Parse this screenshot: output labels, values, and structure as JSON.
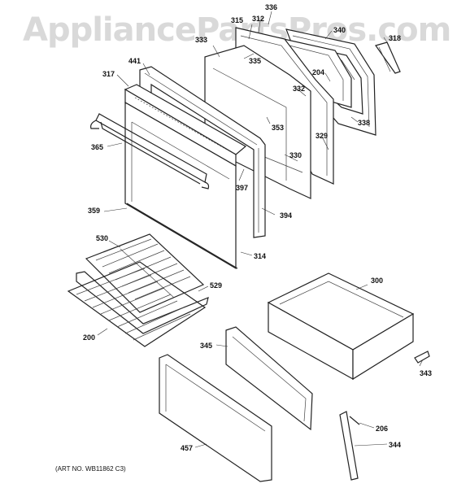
{
  "watermark": "AppliancePartsPros.com",
  "art_number": "(ART NO. WB11862 C3)",
  "callouts": {
    "c336": "336",
    "c315": "315",
    "c312": "312",
    "c333": "333",
    "c340": "340",
    "c318": "318",
    "c335": "335",
    "c204": "204",
    "c441": "441",
    "c317": "317",
    "c332": "332",
    "c353": "353",
    "c338": "338",
    "c329": "329",
    "c365": "365",
    "c330": "330",
    "c397": "397",
    "c359": "359",
    "c394": "394",
    "c530": "530",
    "c314": "314",
    "c300": "300",
    "c529": "529",
    "c200": "200",
    "c345": "345",
    "c343": "343",
    "c206": "206",
    "c457": "457",
    "c344": "344"
  }
}
